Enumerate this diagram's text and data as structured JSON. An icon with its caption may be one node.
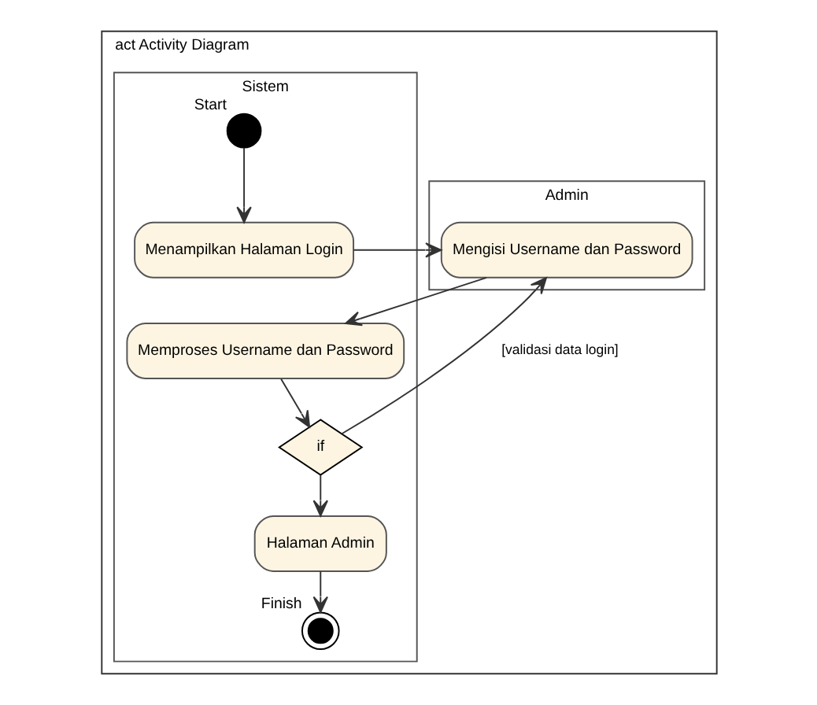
{
  "diagram": {
    "nodes": [
      {
        "text": [
          "act Activity Diagram"
        ]
      },
      {
        "text": [
          "Admin"
        ],
        "in": 0
      },
      {
        "text": [
          "Sistem"
        ],
        "in": 0
      },
      {
        "text": [],
        "shape": "circle",
        "beside": [
          "Start"
        ],
        "in": 2
      },
      {
        "text": [
          "Menampilkan Halaman Login"
        ],
        "in": 2
      },
      {
        "text": [
          "Mengisi Username dan Password"
        ],
        "in": 1
      },
      {
        "text": [
          "Memproses Username dan Password"
        ],
        "in": 2
      },
      {
        "text": [
          "if"
        ],
        "in": 2
      },
      {
        "text": [
          "Halaman Admin"
        ],
        "in": 2
      },
      {
        "text": [],
        "shape": "circle",
        "beside": [
          "Finish"
        ],
        "in": 2
      }
    ],
    "edges": [
      {
        "from": 3,
        "to": 4,
        "arrow": "to"
      },
      {
        "from": 4,
        "to": 5,
        "arrow": "to"
      },
      {
        "from": 5,
        "to": 6,
        "arrow": "to"
      },
      {
        "from": 6,
        "to": 7,
        "arrow": "to"
      },
      {
        "from": 7,
        "to": 5,
        "arrow": "to",
        "label": "[validasi data login]"
      },
      {
        "from": 7,
        "to": 8,
        "arrow": "to"
      },
      {
        "from": 8,
        "to": 9,
        "arrow": "to"
      }
    ]
  }
}
